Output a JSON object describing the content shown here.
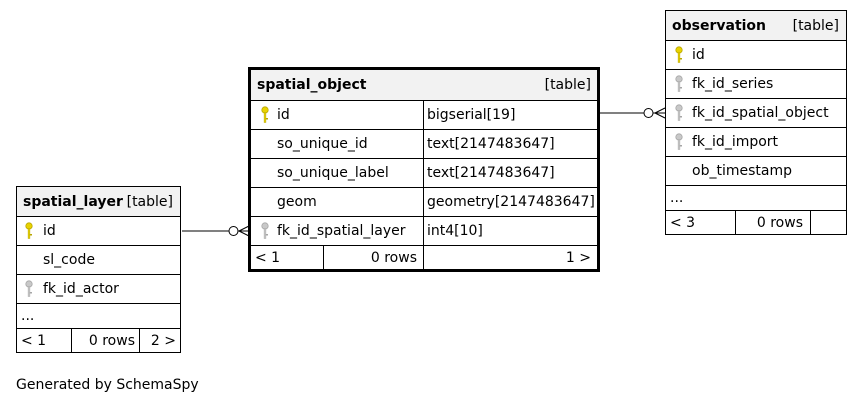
{
  "tables": {
    "spatial_layer": {
      "name": "spatial_layer",
      "tag": "[table]",
      "columns": [
        "id",
        "sl_code",
        "fk_id_actor"
      ],
      "ellipsis": "...",
      "footer": {
        "parents": "< 1",
        "rows": "0 rows",
        "children": "2 >"
      }
    },
    "spatial_object": {
      "name": "spatial_object",
      "tag": "[table]",
      "columns": [
        {
          "name": "id",
          "type": "bigserial[19]"
        },
        {
          "name": "so_unique_id",
          "type": "text[2147483647]"
        },
        {
          "name": "so_unique_label",
          "type": "text[2147483647]"
        },
        {
          "name": "geom",
          "type": "geometry[2147483647]"
        },
        {
          "name": "fk_id_spatial_layer",
          "type": "int4[10]"
        }
      ],
      "footer": {
        "parents": "< 1",
        "rows": "0 rows",
        "children": "1 >"
      }
    },
    "observation": {
      "name": "observation",
      "tag": "[table]",
      "columns": [
        "id",
        "fk_id_series",
        "fk_id_spatial_object",
        "fk_id_import",
        "ob_timestamp"
      ],
      "ellipsis": "...",
      "footer": {
        "parents": "< 3",
        "rows": "0 rows"
      }
    }
  },
  "icons": {
    "primary_key": "key-icon-gold",
    "foreign_key": "key-icon-gray"
  },
  "colors": {
    "primary_key": "#e8d200",
    "foreign_key": "#a6a6a6",
    "header_bg": "#f2f2f2"
  },
  "generated_by": "Generated by SchemaSpy"
}
